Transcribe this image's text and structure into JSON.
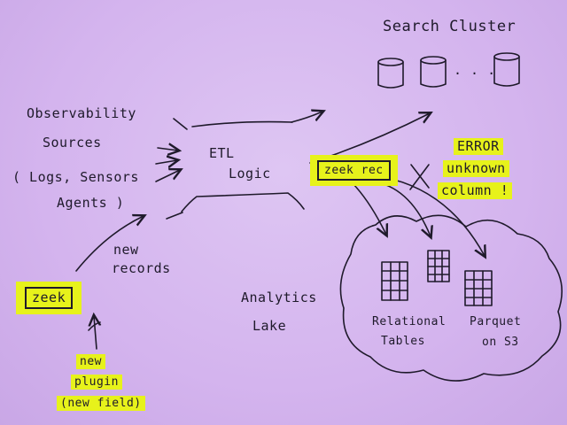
{
  "search_cluster": {
    "title": "Search Cluster",
    "ellipsis": ". . ."
  },
  "sources": {
    "line1": "Observability",
    "line2": "Sources",
    "line3": "( Logs, Sensors",
    "line4": "Agents )"
  },
  "etl": {
    "line1": "ETL",
    "line2": "Logic"
  },
  "zeek_rec": "zeek rec",
  "error": {
    "line1": "ERROR",
    "line2": "unknown",
    "line3": "column !"
  },
  "new_records": {
    "line1": "new",
    "line2": "records"
  },
  "zeek": "zeek",
  "new_plugin": {
    "line1": "new",
    "line2": "plugin",
    "line3": "(new field)"
  },
  "analytics_lake": {
    "line1": "Analytics",
    "line2": "Lake"
  },
  "relational_tables": {
    "line1": "Relational",
    "line2": "Tables"
  },
  "parquet": {
    "line1": "Parquet",
    "line2": "on S3"
  },
  "colors": {
    "paper": "#d6b8ee",
    "highlighter": "#e7f21b",
    "ink": "#1f1a2b"
  }
}
